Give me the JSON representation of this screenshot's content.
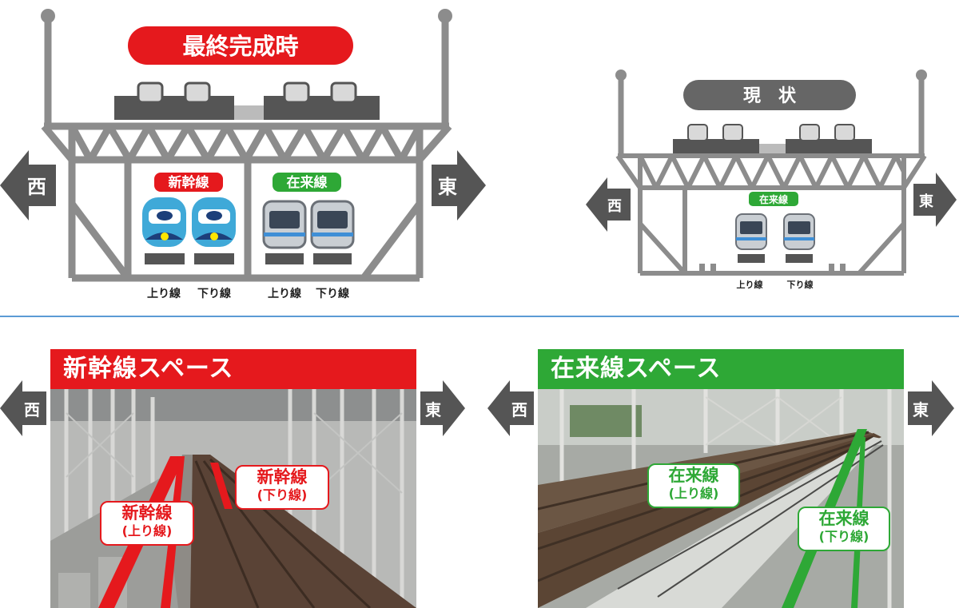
{
  "top_left": {
    "title": "最終完成時",
    "west": "西",
    "east": "東",
    "shinkansen_tag": "新幹線",
    "zairai_tag": "在来線",
    "track_labels": [
      "上り線",
      "下り線",
      "上り線",
      "下り線"
    ]
  },
  "top_right": {
    "title": "現　状",
    "west": "西",
    "east": "東",
    "zairai_tag": "在来線",
    "track_labels": [
      "上り線",
      "下り線"
    ]
  },
  "bottom_left": {
    "header": "新幹線スペース",
    "west": "西",
    "east": "東",
    "label_up": {
      "line1": "新幹線",
      "line2": "(上り線)"
    },
    "label_down": {
      "line1": "新幹線",
      "line2": "(下り線)"
    }
  },
  "bottom_right": {
    "header": "在来線スペース",
    "west": "西",
    "east": "東",
    "label_up": {
      "line1": "在来線",
      "line2": "(上り線)"
    },
    "label_down": {
      "line1": "在来線",
      "line2": "(下り線)"
    }
  },
  "colors": {
    "red": "#e5191d",
    "green": "#2ea836",
    "steel": "#8c8c8c",
    "arrow": "#555555",
    "divider": "#5b9bd5"
  }
}
